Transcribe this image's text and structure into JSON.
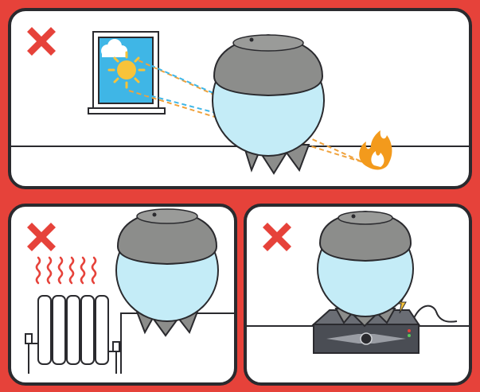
{
  "panels": [
    {
      "id": "sunlight-and-heat",
      "marker": "cross-icon",
      "hazards": [
        "window-icon",
        "sun-icon",
        "fire-icon"
      ]
    },
    {
      "id": "near-radiator",
      "marker": "cross-icon",
      "hazards": [
        "radiator-icon",
        "heat-waves-icon"
      ]
    },
    {
      "id": "on-electronic-device",
      "marker": "cross-icon",
      "hazards": [
        "electronic-box-icon",
        "lightning-icon"
      ]
    }
  ],
  "colors": {
    "background": "#e6423a",
    "panel_border": "#2a2a2e",
    "cross": "#e6423a",
    "tank_body": "#c4ecf7",
    "tank_lid": "#8c8d8b",
    "sun": "#f7c33a",
    "sky": "#3fb6e6",
    "fire": "#f39a1c",
    "ray_sun": "#f0a23c",
    "ray_reflect": "#3fb6e6",
    "device": "#4a4d54"
  }
}
